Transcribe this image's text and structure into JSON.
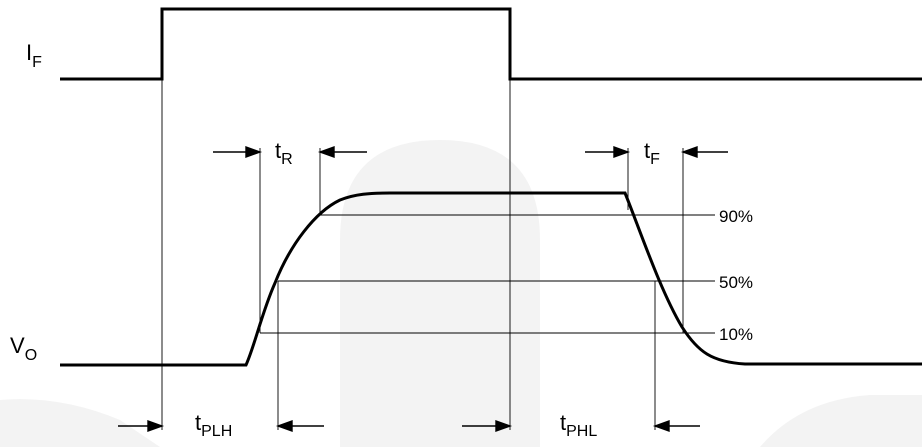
{
  "signals": {
    "input": {
      "main": "I",
      "sub": "F"
    },
    "output": {
      "main": "V",
      "sub": "O"
    }
  },
  "timings": {
    "rise": {
      "main": "t",
      "sub": "R"
    },
    "fall": {
      "main": "t",
      "sub": "F"
    },
    "plh": {
      "main": "t",
      "sub": "PLH"
    },
    "phl": {
      "main": "t",
      "sub": "PHL"
    }
  },
  "levels": [
    "90%",
    "50%",
    "10%"
  ],
  "colors": {
    "waveform": "#000000",
    "watermark": "#f3f3f3"
  }
}
